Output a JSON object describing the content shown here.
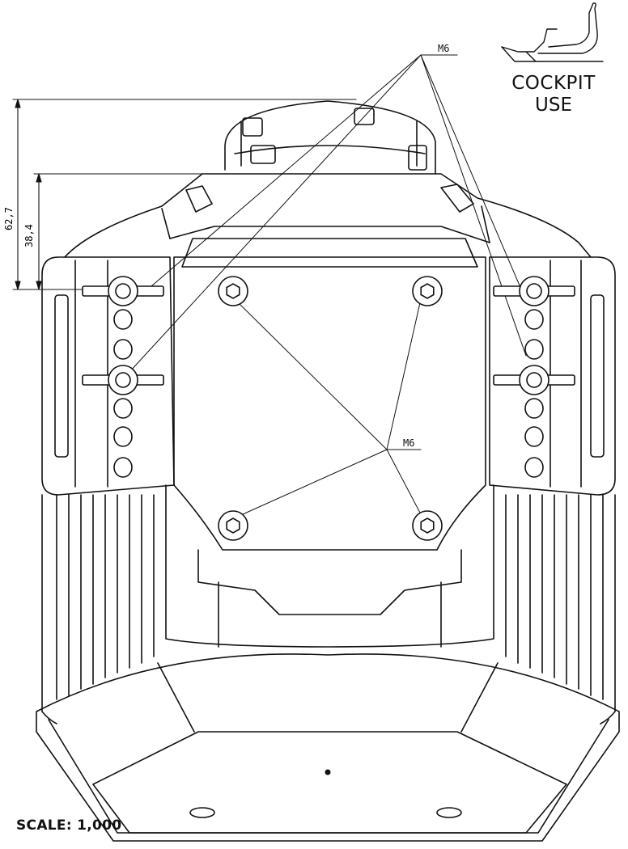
{
  "cockpit_label": {
    "line1": "COCKPIT",
    "line2": "USE"
  },
  "scale_text": "SCALE: 1,000",
  "callouts": {
    "thread_top": "M6",
    "thread_center": "M6"
  },
  "dimensions": {
    "overall_height": "62,7",
    "mount_height": "38,4"
  },
  "colors": {
    "line": "#111111",
    "background": "#ffffff"
  }
}
